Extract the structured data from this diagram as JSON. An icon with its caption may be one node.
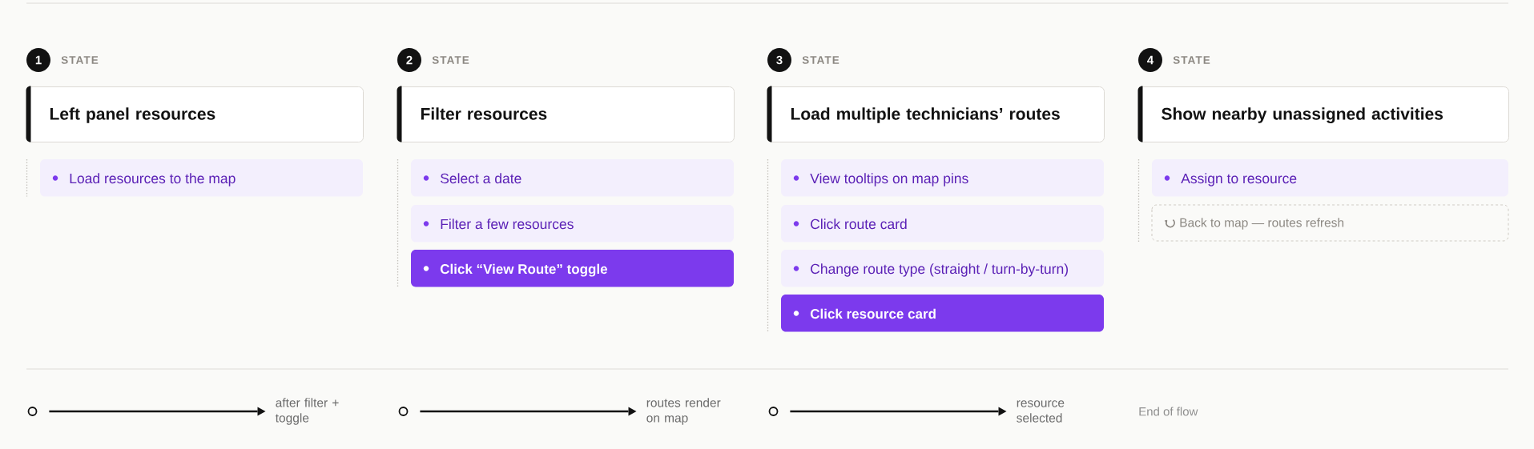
{
  "diagram": {
    "nodes": [
      {
        "text": [
          "1"
        ],
        "beside": [
          "STATE"
        ]
      },
      {
        "text": [
          "Left panel resources"
        ]
      },
      {
        "text": [
          "Load resources to the map"
        ]
      },
      {
        "text": [
          "2"
        ],
        "beside": [
          "STATE"
        ]
      },
      {
        "text": [
          "Filter resources"
        ]
      },
      {
        "text": [
          "Select a date"
        ]
      },
      {
        "text": [
          "Filter a few resources"
        ]
      },
      {
        "text": [
          "Click “View Route” toggle"
        ]
      },
      {
        "text": [
          "3"
        ],
        "beside": [
          "STATE"
        ]
      },
      {
        "text": [
          "Load multiple technicians’ routes"
        ]
      },
      {
        "text": [
          "View tooltips on map pins"
        ]
      },
      {
        "text": [
          "Click route card"
        ]
      },
      {
        "text": [
          "Change route type (straight / turn-by-turn)"
        ]
      },
      {
        "text": [
          "Click resource card"
        ]
      },
      {
        "text": [
          "4"
        ],
        "beside": [
          "STATE"
        ]
      },
      {
        "text": [
          "Show nearby unassigned activities"
        ]
      },
      {
        "text": [
          "Assign to resource"
        ]
      },
      {
        "text": [
          "Back to map — routes refresh"
        ]
      },
      {
        "text": [],
        "shape": "circle"
      },
      {
        "text": [
          "after filter + toggle"
        ]
      },
      {
        "text": [],
        "shape": "circle"
      },
      {
        "text": [
          "routes render on map"
        ]
      },
      {
        "text": [],
        "shape": "circle"
      },
      {
        "text": [
          "resource selected"
        ]
      }
    ],
    "edges": [
      {
        "from": 18,
        "to": 19,
        "arrow": "to"
      },
      {
        "from": 20,
        "to": 21,
        "arrow": "to"
      },
      {
        "from": 22,
        "to": 23,
        "arrow": "to"
      }
    ],
    "labels": [
      "End of flow"
    ]
  }
}
